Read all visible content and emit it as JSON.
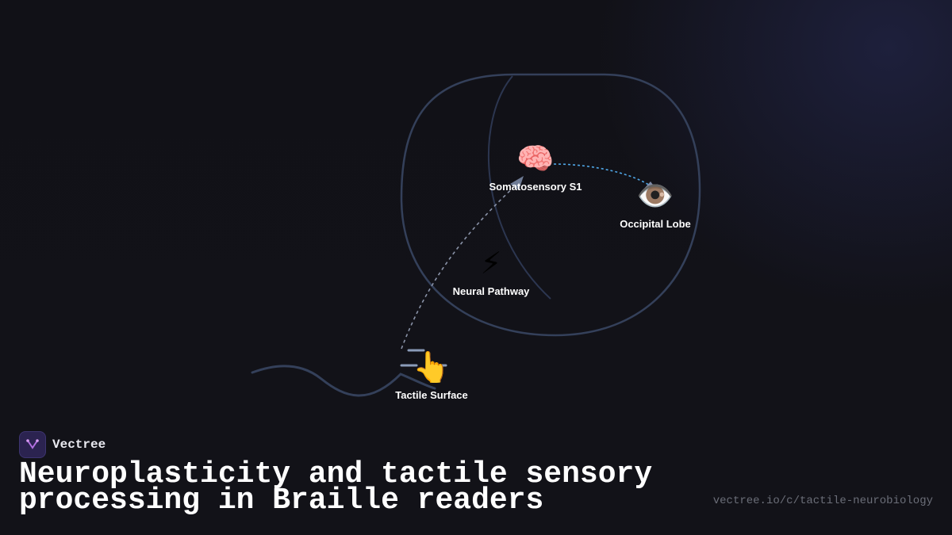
{
  "brand": {
    "name": "Vectree"
  },
  "title": "Neuroplasticity and tactile sensory processing in Braille readers",
  "url": "vectree.io/c/tactile-neurobiology",
  "colors": {
    "background": "#111117",
    "outline": "#34405a",
    "dashed_path": "#8a93a8",
    "highlight_path": "#4fa6e6"
  },
  "nodes": {
    "brain": {
      "icon": "brain-icon",
      "emoji": "🧠",
      "label": "Somatosensory S1"
    },
    "eye": {
      "icon": "eye-icon",
      "emoji": "👁️",
      "label": "Occipital Lobe"
    },
    "bolt": {
      "icon": "lightning-icon",
      "emoji": "⚡",
      "label": "Neural Pathway"
    },
    "finger": {
      "icon": "pointing-finger-icon",
      "emoji": "👆",
      "label": "Tactile Surface"
    }
  }
}
